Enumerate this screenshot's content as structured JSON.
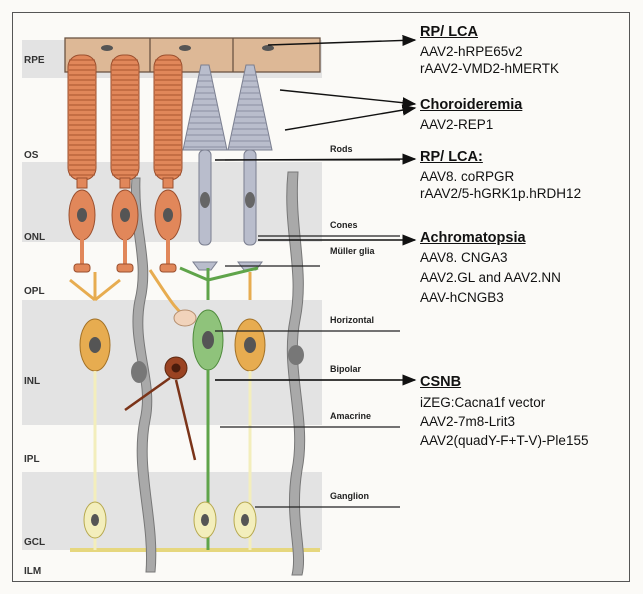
{
  "layers": [
    "RPE",
    "OS",
    "ONL",
    "OPL",
    "INL",
    "IPL",
    "GCL",
    "ILM"
  ],
  "cell_labels": [
    "Rods",
    "Cones",
    "Müller glia",
    "Horizontal",
    "Bipolar",
    "Amacrine",
    "Ganglion"
  ],
  "diseases": [
    {
      "name": "RP/ LCA",
      "therapies": [
        "AAV2-hRPE65v2",
        "rAAV2-VMD2-hMERTK"
      ]
    },
    {
      "name": "Choroideremia",
      "therapies": [
        "AAV2-REP1"
      ]
    },
    {
      "name": "RP/ LCA:",
      "therapies": [
        "AAV8. coRPGR",
        "rAAV2/5-hGRK1p.hRDH12"
      ]
    },
    {
      "name": "Achromatopsia",
      "therapies": [
        "AAV8. CNGA3",
        "AAV2.GL and AAV2.NN",
        "AAV-hCNGB3"
      ]
    },
    {
      "name": "CSNB",
      "therapies": [
        "iZEG:Cacna1f vector",
        "AAV2-7m8-Lrit3",
        "AAV2(quadY-F+T-V)-Ple155"
      ]
    }
  ],
  "colors": {
    "rpe": "#ddb896",
    "rod": "#e1875a",
    "cone": "#b9bdcc",
    "muller": "#a9a9a9",
    "bipolar": "#8fc37b",
    "horizontal": "#f1d3bb",
    "bipolar_yellow": "#e7ac50",
    "amacrine": "#9a4322",
    "ganglion": "#f3eebc",
    "band": "#e3e3e3"
  }
}
